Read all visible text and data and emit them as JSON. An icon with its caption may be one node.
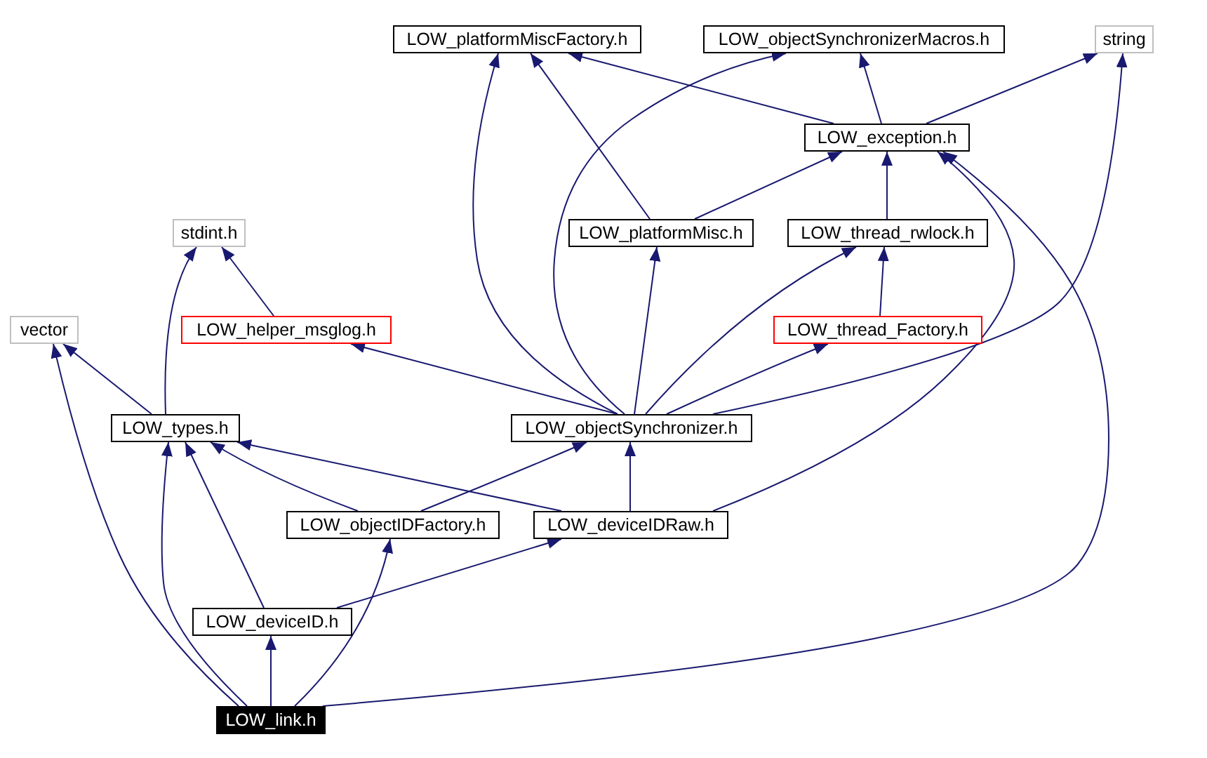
{
  "diagram": {
    "nodes": [
      {
        "text": [
          "LOW_platformMiscFactory.h"
        ]
      },
      {
        "text": [
          "LOW_objectSynchronizerMacros.h"
        ]
      },
      {
        "text": [
          "string"
        ]
      },
      {
        "text": [
          "LOW_exception.h"
        ]
      },
      {
        "text": [
          "stdint.h"
        ]
      },
      {
        "text": [
          "LOW_platformMisc.h"
        ]
      },
      {
        "text": [
          "LOW_thread_rwlock.h"
        ]
      },
      {
        "text": [
          "vector"
        ]
      },
      {
        "text": [
          "LOW_helper_msglog.h"
        ]
      },
      {
        "text": [
          "LOW_thread_Factory.h"
        ]
      },
      {
        "text": [
          "LOW_types.h"
        ]
      },
      {
        "text": [
          "LOW_objectSynchronizer.h"
        ]
      },
      {
        "text": [
          "LOW_objectIDFactory.h"
        ]
      },
      {
        "text": [
          "LOW_deviceIDRaw.h"
        ]
      },
      {
        "text": [
          "LOW_deviceID.h"
        ]
      },
      {
        "text": [
          "LOW_link.h"
        ]
      }
    ],
    "edges": [
      {
        "from": 15,
        "to": 7,
        "arrow": "to"
      },
      {
        "from": 15,
        "to": 10,
        "arrow": "to"
      },
      {
        "from": 15,
        "to": 14,
        "arrow": "to"
      },
      {
        "from": 15,
        "to": 12,
        "arrow": "to"
      },
      {
        "from": 15,
        "to": 3,
        "arrow": "to"
      },
      {
        "from": 14,
        "to": 10,
        "arrow": "to"
      },
      {
        "from": 14,
        "to": 13,
        "arrow": "to"
      },
      {
        "from": 12,
        "to": 10,
        "arrow": "to"
      },
      {
        "from": 12,
        "to": 11,
        "arrow": "to"
      },
      {
        "from": 13,
        "to": 10,
        "arrow": "to"
      },
      {
        "from": 13,
        "to": 11,
        "arrow": "to"
      },
      {
        "from": 13,
        "to": 3,
        "arrow": "to"
      },
      {
        "from": 10,
        "to": 7,
        "arrow": "to"
      },
      {
        "from": 10,
        "to": 4,
        "arrow": "to"
      },
      {
        "from": 8,
        "to": 4,
        "arrow": "to"
      },
      {
        "from": 11,
        "to": 8,
        "arrow": "to"
      },
      {
        "from": 11,
        "to": 0,
        "arrow": "to"
      },
      {
        "from": 11,
        "to": 1,
        "arrow": "to"
      },
      {
        "from": 11,
        "to": 5,
        "arrow": "to"
      },
      {
        "from": 11,
        "to": 6,
        "arrow": "to"
      },
      {
        "from": 11,
        "to": 9,
        "arrow": "to"
      },
      {
        "from": 11,
        "to": 2,
        "arrow": "to"
      },
      {
        "from": 9,
        "to": 6,
        "arrow": "to"
      },
      {
        "from": 6,
        "to": 3,
        "arrow": "to"
      },
      {
        "from": 5,
        "to": 3,
        "arrow": "to"
      },
      {
        "from": 5,
        "to": 0,
        "arrow": "to"
      },
      {
        "from": 3,
        "to": 0,
        "arrow": "to"
      },
      {
        "from": 3,
        "to": 1,
        "arrow": "to"
      },
      {
        "from": 3,
        "to": 2,
        "arrow": "to"
      }
    ]
  }
}
